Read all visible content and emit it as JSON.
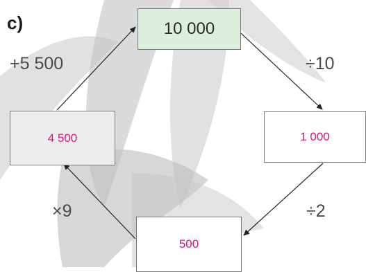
{
  "part_label": "c)",
  "boxes": {
    "top": "10 000",
    "right": "1 000",
    "bottom": "500",
    "left": "4 500"
  },
  "operations": {
    "top_right": "÷10",
    "bottom_right": "÷2",
    "bottom_left": "×9",
    "top_left": "+5 500"
  },
  "colors": {
    "answer_text": "#d4187a",
    "top_box_fill": "#dcefdc",
    "left_box_fill": "#ececec"
  }
}
